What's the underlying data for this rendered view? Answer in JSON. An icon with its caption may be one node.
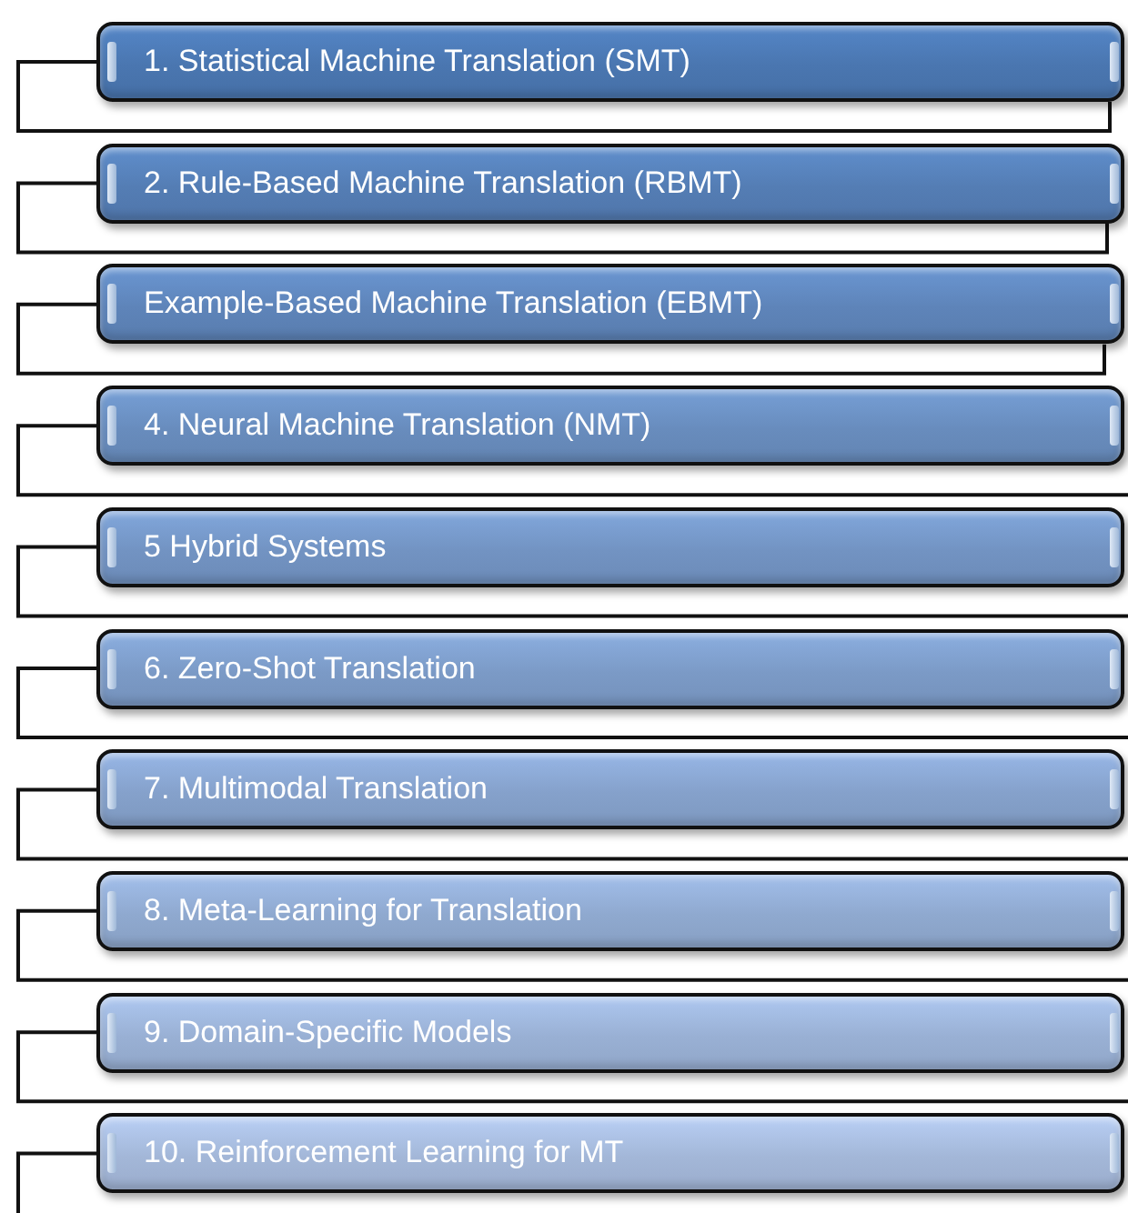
{
  "diagram": {
    "nodes": [
      {
        "text": [
          "1. Statistical Machine Translation (SMT)"
        ]
      },
      {
        "text": [
          "2. Rule-Based Machine Translation (RBMT)"
        ]
      },
      {
        "text": [
          "Example-Based Machine Translation (EBMT)"
        ]
      },
      {
        "text": [
          "4. Neural Machine Translation (NMT)"
        ]
      },
      {
        "text": [
          "5 Hybrid Systems"
        ]
      },
      {
        "text": [
          "6. Zero-Shot Translation"
        ]
      },
      {
        "text": [
          "7. Multimodal Translation"
        ]
      },
      {
        "text": [
          "8. Meta-Learning for Translation"
        ]
      },
      {
        "text": [
          "9. Domain-Specific Models"
        ]
      },
      {
        "text": [
          "10. Reinforcement Learning for MT"
        ]
      }
    ]
  }
}
